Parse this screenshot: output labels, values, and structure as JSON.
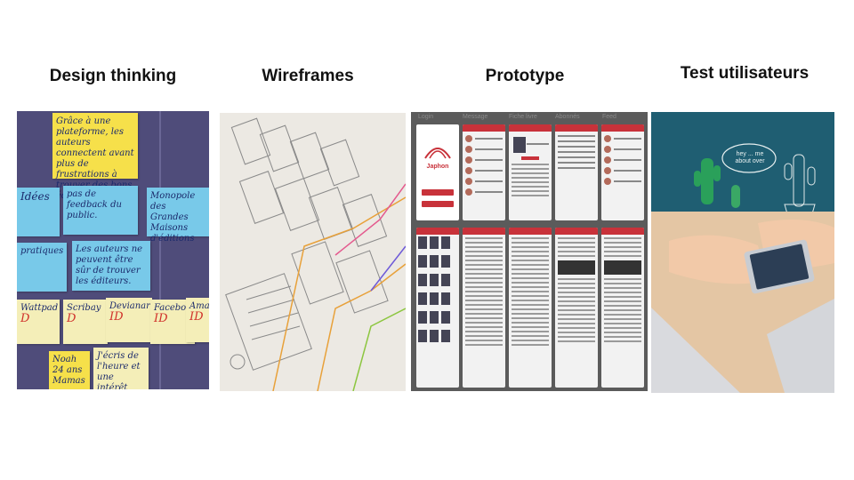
{
  "columns": [
    {
      "title": "Design thinking",
      "image": "sticky-notes-on-wall"
    },
    {
      "title": "Wireframes",
      "image": "wireframe-sketches"
    },
    {
      "title": "Prototype",
      "image": "app-prototype-screens"
    },
    {
      "title": "Test utilisateurs",
      "image": "user-testing-phone"
    }
  ],
  "sticky_notes": {
    "yellow_top": "Grâce à une plateforme, les auteurs connectent avant plus de frustrations à trouver des bons éditeurs",
    "ideas": "Idées",
    "feedback": "pas de feedback du public.",
    "monopole": "Monopole des Grandes Maisons d'éditions",
    "auteurs": "Les auteurs ne peuvent être sûr de trouver les éditeurs.",
    "pratiques": "pratiques",
    "wattpad": "Wattpad",
    "scribay": "Scribay",
    "scribay_tag": "D",
    "devianart": "Devianart",
    "devianart_tag": "ID",
    "facebook": "Facebook",
    "facebook_tag": "ID",
    "amazon": "Amazon",
    "amazon_tag": "ID",
    "wattpad_tag": "D",
    "noah": "Noah 24 ans Mamas",
    "bottom_note": "J'écris de l'heure et une intérêt pour le voir"
  },
  "prototype": {
    "app_name": "Japhon",
    "screen_labels": [
      "Login",
      "Message",
      "Fiche livre",
      "Abonnés",
      "Feed"
    ]
  },
  "user_test": {
    "bubble_text": "hey ... me about over"
  },
  "colors": {
    "title": "#111111",
    "wall": "#4f4c7a",
    "sticky_yellow": "#f6e04a",
    "sticky_blue": "#78c9e9",
    "sticky_cream": "#f4eeb8",
    "prototype_bg": "#5b5b5b",
    "brand_red": "#c8323a",
    "test_teal": "#1f5e72",
    "table_wood": "#e4c6a4"
  }
}
